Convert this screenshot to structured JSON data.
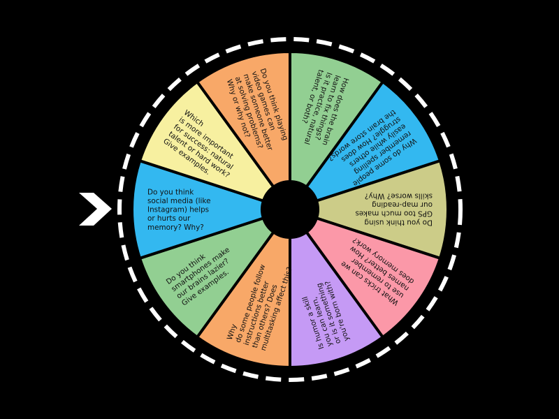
{
  "wheel": {
    "pointer_color": "#ffffff",
    "segments": [
      {
        "color": "#92cf92",
        "lines": [
          "How does the brain",
          "learn to fix things?",
          "Is it practice, natural",
          "talent, or both?"
        ]
      },
      {
        "color": "#33b8f0",
        "lines": [
          "Why do some people",
          "remember spelling",
          "easily while others",
          "struggle? How does",
          "the brain store words?"
        ]
      },
      {
        "color": "#cccc88",
        "lines": [
          "Do you think using",
          "GPS too much makes",
          "our map-reading",
          "skills worse? Why?"
        ]
      },
      {
        "color": "#fb98a8",
        "lines": [
          "What tricks can we",
          "use to remember",
          "names better? How",
          "does memory work?"
        ]
      },
      {
        "color": "#c59af5",
        "lines": [
          "Is humor a skill",
          "you can learn,",
          "or is it something",
          "you're born with?"
        ]
      },
      {
        "color": "#f8a868",
        "lines": [
          "Why",
          "do some people follow",
          "instructions better",
          "than others? Does",
          "multitasking affect this?"
        ]
      },
      {
        "color": "#92cf92",
        "lines": [
          "Do you think",
          "smartphones make",
          "our brains lazier?",
          "Give examples."
        ]
      },
      {
        "color": "#33b8f0",
        "lines": [
          "Do you think",
          "social media (like",
          "Instagram) helps",
          "or hurts our",
          "memory? Why?"
        ]
      },
      {
        "color": "#f7f0a0",
        "lines": [
          "Which",
          "is more important",
          "for success: natural",
          "talent or hard work?",
          "Give examples."
        ]
      },
      {
        "color": "#f8a868",
        "lines": [
          "Do you think playing",
          "video games can",
          "make someone better",
          "at solving problems?",
          "Why or why not?"
        ]
      }
    ]
  }
}
